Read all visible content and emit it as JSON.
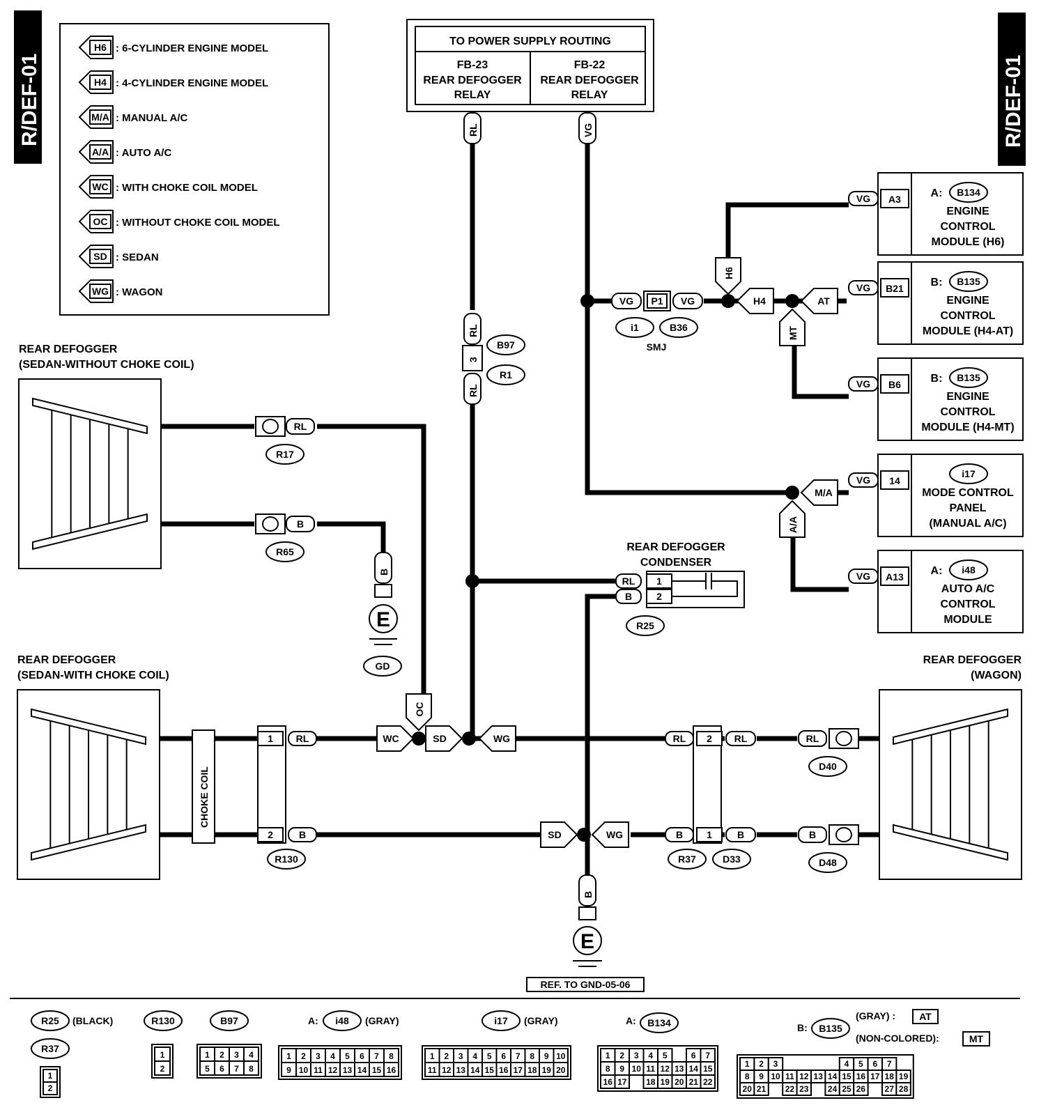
{
  "title_left": "R/DEF-01",
  "title_right": "R/DEF-01",
  "legend": [
    {
      "code": "H6",
      "text": ": 6-CYLINDER ENGINE MODEL"
    },
    {
      "code": "H4",
      "text": ": 4-CYLINDER ENGINE MODEL"
    },
    {
      "code": "M/A",
      "text": ": MANUAL A/C"
    },
    {
      "code": "A/A",
      "text": ": AUTO A/C"
    },
    {
      "code": "WC",
      "text": ": WITH CHOKE COIL MODEL"
    },
    {
      "code": "OC",
      "text": ": WITHOUT CHOKE COIL MODEL"
    },
    {
      "code": "SD",
      "text": ": SEDAN"
    },
    {
      "code": "WG",
      "text": ": WAGON"
    }
  ],
  "power": {
    "header": "TO POWER SUPPLY ROUTING",
    "left": [
      "FB-23",
      "REAR DEFOGGER",
      "RELAY"
    ],
    "right": [
      "FB-22",
      "REAR DEFOGGER",
      "RELAY"
    ]
  },
  "wire_colors": {
    "rl": "RL",
    "vg": "VG",
    "b": "B"
  },
  "connectors": {
    "b97": "B97",
    "r1": "R1",
    "r17": "R17",
    "r65": "R65",
    "gd": "GD",
    "r25": "R25",
    "r130": "R130",
    "r37": "R37",
    "d33": "D33",
    "d40": "D40",
    "d48": "D48",
    "i1": "i1",
    "b36": "B36",
    "smj": "SMJ",
    "p1": "P1"
  },
  "modules": [
    {
      "prefix": "A:",
      "conn": "B134",
      "pin": "A3",
      "lines": [
        "ENGINE",
        "CONTROL",
        "MODULE (H6)"
      ]
    },
    {
      "prefix": "B:",
      "conn": "B135",
      "pin": "B21",
      "lines": [
        "ENGINE",
        "CONTROL",
        "MODULE (H4-AT)"
      ]
    },
    {
      "prefix": "B:",
      "conn": "B135",
      "pin": "B6",
      "lines": [
        "ENGINE",
        "CONTROL",
        "MODULE (H4-MT)"
      ]
    },
    {
      "prefix": "",
      "conn": "i17",
      "pin": "14",
      "lines": [
        "MODE CONTROL",
        "PANEL",
        "(MANUAL A/C)"
      ]
    },
    {
      "prefix": "A:",
      "conn": "i48",
      "pin": "A13",
      "lines": [
        "AUTO A/C",
        "CONTROL",
        "MODULE"
      ]
    }
  ],
  "flags": {
    "h6": "H6",
    "h4": "H4",
    "at": "AT",
    "mt": "MT",
    "ma": "M/A",
    "aa": "A/A",
    "oc": "OC",
    "wc": "WC",
    "sd": "SD",
    "wg": "WG"
  },
  "defoggers": {
    "sedan_no_choke": [
      "REAR DEFOGGER",
      "(SEDAN-WITHOUT CHOKE COIL)"
    ],
    "sedan_choke": [
      "REAR DEFOGGER",
      "(SEDAN-WITH CHOKE COIL)"
    ],
    "wagon": [
      "REAR DEFOGGER",
      "(WAGON)"
    ]
  },
  "choke_coil": "CHOKE COIL",
  "condenser": [
    "REAR DEFOGGER",
    "CONDENSER"
  ],
  "ground": "E",
  "ref_gnd": "REF. TO GND-05-06",
  "pins": {
    "p1": "1",
    "p2": "2",
    "p3": "3"
  },
  "bottom": {
    "black": "(BLACK)",
    "gray": "(GRAY)",
    "gray_at": "(GRAY) :",
    "noncolored": "(NON-COLORED):",
    "at": "AT",
    "mt": "MT",
    "a": "A:",
    "b": "B:",
    "i48": "i48",
    "i17": "i17",
    "b134": "B134",
    "b135": "B135",
    "grid_b97": [
      [
        "1",
        "2",
        "3",
        "4"
      ],
      [
        "5",
        "6",
        "7",
        "8"
      ]
    ],
    "grid_i48": [
      [
        "1",
        "2",
        "3",
        "4",
        "5",
        "6",
        "7",
        "8"
      ],
      [
        "9",
        "10",
        "11",
        "12",
        "13",
        "14",
        "15",
        "16"
      ]
    ],
    "grid_i17": [
      [
        "1",
        "2",
        "3",
        "4",
        "5",
        "6",
        "7",
        "8",
        "9",
        "10"
      ],
      [
        "11",
        "12",
        "13",
        "14",
        "15",
        "16",
        "17",
        "18",
        "19",
        "20"
      ]
    ],
    "grid_b134": [
      [
        "1",
        "2",
        "3",
        "4",
        "5",
        "",
        "6",
        "7"
      ],
      [
        "8",
        "9",
        "10",
        "11",
        "12",
        "13",
        "14",
        "15"
      ],
      [
        "16",
        "17",
        "",
        "18",
        "19",
        "20",
        "21",
        "22"
      ]
    ],
    "grid_b135": [
      [
        "1",
        "2",
        "3",
        "",
        "",
        "",
        "",
        "4",
        "5",
        "6",
        "7"
      ],
      [
        "8",
        "9",
        "10",
        "11",
        "12",
        "13",
        "14",
        "15",
        "16",
        "17",
        "18",
        "19"
      ],
      [
        "20",
        "21",
        "",
        "22",
        "23",
        "",
        "24",
        "25",
        "26",
        "",
        "27",
        "28"
      ]
    ]
  }
}
